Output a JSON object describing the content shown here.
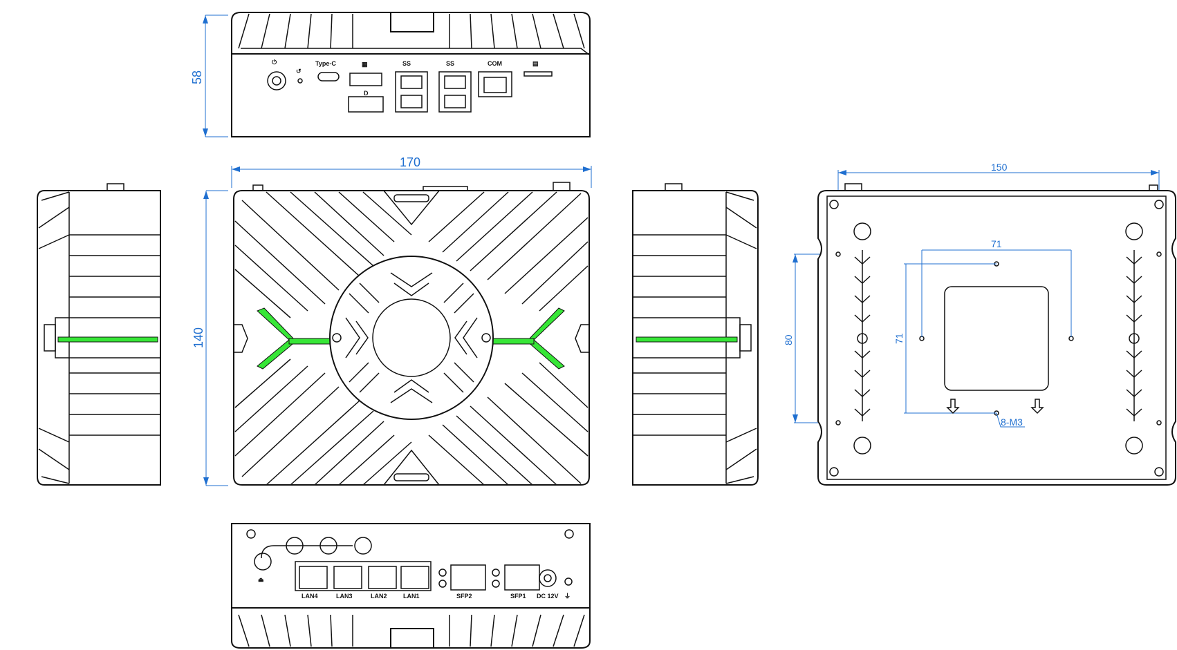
{
  "dimensions": {
    "front_height": "58",
    "top_width": "170",
    "top_height": "140",
    "bottom_width": "150",
    "bottom_height": "80",
    "vesa_width": "71",
    "vesa_height": "71",
    "screw_spec": "8-M3"
  },
  "front_ports": {
    "type_c": "Type-C",
    "com": "COM"
  },
  "rear_ports": {
    "lan4": "LAN4",
    "lan3": "LAN3",
    "lan2": "LAN2",
    "lan1": "LAN1",
    "sfp2": "SFP2",
    "sfp1": "SFP1",
    "dc": "DC 12V"
  },
  "colors": {
    "accent_green": "#37e637",
    "dimension_blue": "#1f6fd0",
    "outline": "#111111"
  }
}
